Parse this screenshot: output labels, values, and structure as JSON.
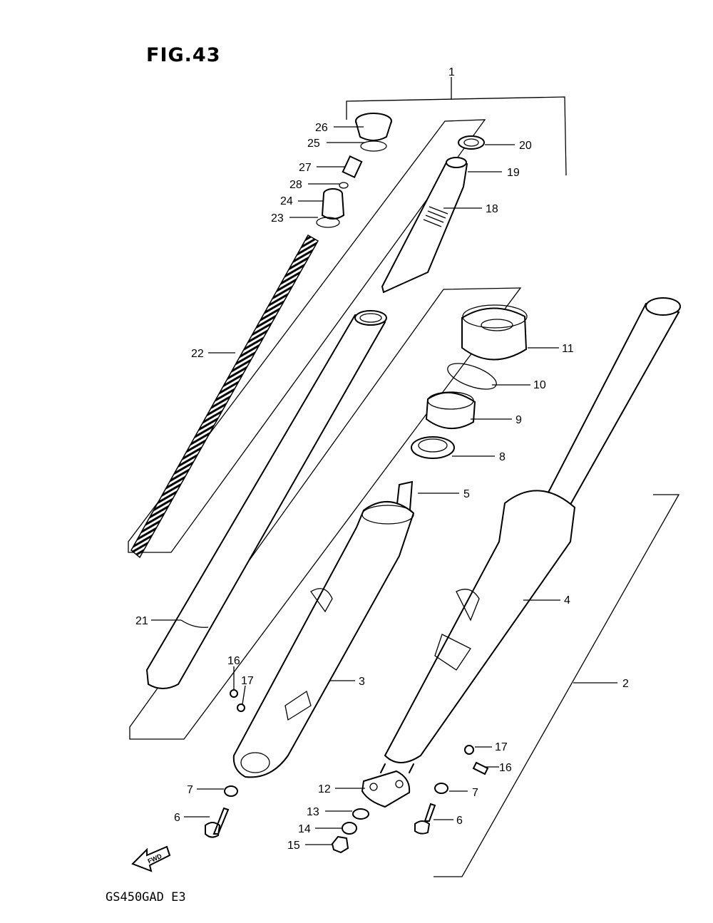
{
  "figure": {
    "title": "FIG.43",
    "model_code": "GS450GAD E3",
    "fwd_label": "FWD"
  },
  "callouts": [
    {
      "id": "c1",
      "num": "1"
    },
    {
      "id": "c2",
      "num": "2"
    },
    {
      "id": "c3",
      "num": "3"
    },
    {
      "id": "c4",
      "num": "4"
    },
    {
      "id": "c5",
      "num": "5"
    },
    {
      "id": "c6a",
      "num": "6"
    },
    {
      "id": "c6b",
      "num": "6"
    },
    {
      "id": "c7a",
      "num": "7"
    },
    {
      "id": "c7b",
      "num": "7"
    },
    {
      "id": "c8",
      "num": "8"
    },
    {
      "id": "c9",
      "num": "9"
    },
    {
      "id": "c10",
      "num": "10"
    },
    {
      "id": "c11",
      "num": "11"
    },
    {
      "id": "c12",
      "num": "12"
    },
    {
      "id": "c13",
      "num": "13"
    },
    {
      "id": "c14",
      "num": "14"
    },
    {
      "id": "c15",
      "num": "15"
    },
    {
      "id": "c16a",
      "num": "16"
    },
    {
      "id": "c16b",
      "num": "16"
    },
    {
      "id": "c17a",
      "num": "17"
    },
    {
      "id": "c17b",
      "num": "17"
    },
    {
      "id": "c18",
      "num": "18"
    },
    {
      "id": "c19",
      "num": "19"
    },
    {
      "id": "c20",
      "num": "20"
    },
    {
      "id": "c21",
      "num": "21"
    },
    {
      "id": "c22",
      "num": "22"
    },
    {
      "id": "c23",
      "num": "23"
    },
    {
      "id": "c24",
      "num": "24"
    },
    {
      "id": "c25",
      "num": "25"
    },
    {
      "id": "c26",
      "num": "26"
    },
    {
      "id": "c27",
      "num": "27"
    },
    {
      "id": "c28",
      "num": "28"
    }
  ]
}
